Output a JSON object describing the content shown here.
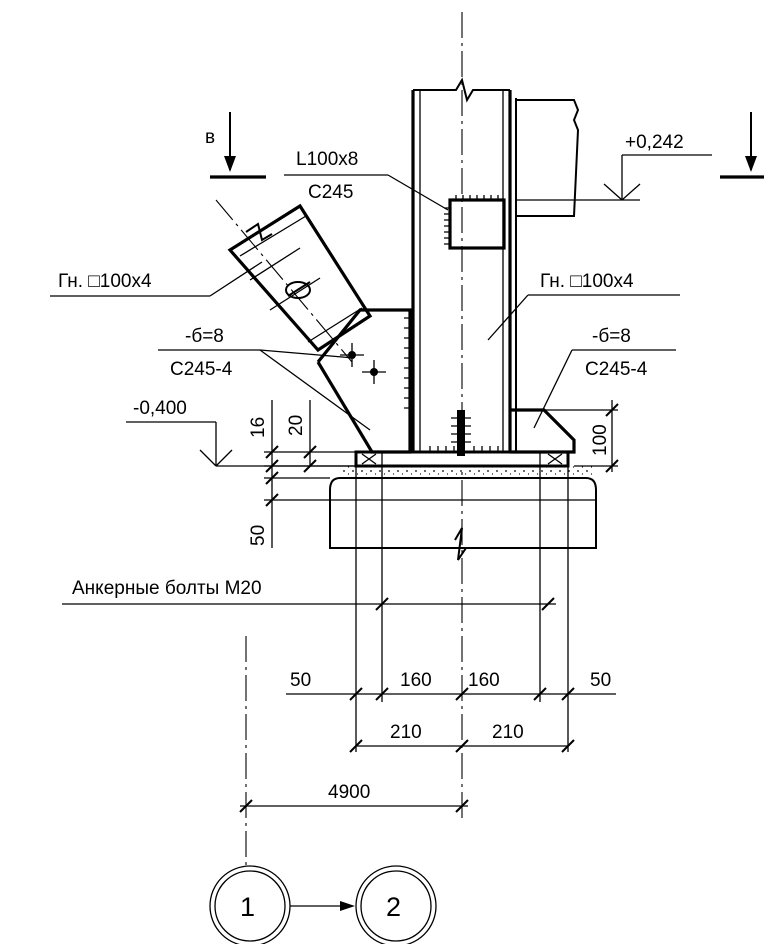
{
  "labels": {
    "section_mark": "в",
    "angle_profile": "L100x8",
    "angle_steel": "C245",
    "elevation_top": "+0,242",
    "tube_left": "Гн. □100х4",
    "tube_right": "Гн. □100х4",
    "plate_left": "-б=8",
    "plate_left_steel": "С245-4",
    "plate_right": "-б=8",
    "plate_right_steel": "С245-4",
    "elevation_bottom": "-0,400",
    "anchor_bolts": "Анкерные болты М20"
  },
  "dimensions": {
    "d16": "16",
    "d20": "20",
    "d50_vertical": "50",
    "d100": "100",
    "d50_left": "50",
    "d160_left": "160",
    "d160_right": "160",
    "d50_right": "50",
    "d210_left": "210",
    "d210_right": "210",
    "d4900": "4900"
  },
  "axes": {
    "axis_1": "1",
    "axis_2": "2"
  }
}
